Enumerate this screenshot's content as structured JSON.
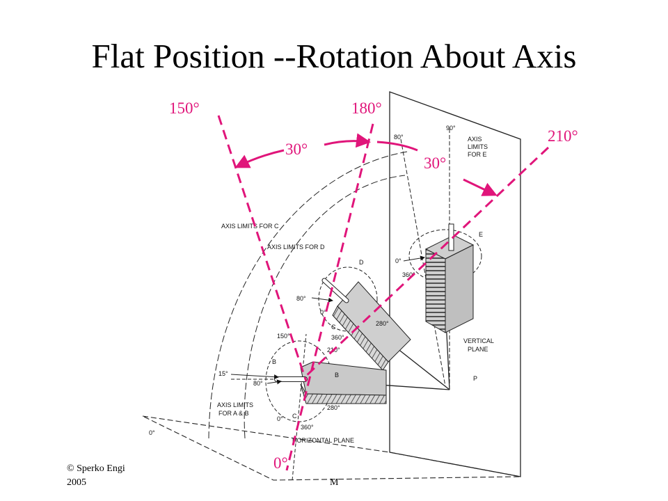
{
  "slide": {
    "title": "Flat Position --Rotation About Axis",
    "footer_copyright": "© Sperko Engi",
    "footer_year": "2005",
    "footer_mid": "M"
  },
  "diagram": {
    "labels": {
      "axis_limits_c": "AXIS LIMITS FOR C",
      "axis_limits_d": "AXIS LIMITS FOR D",
      "axis_limits_e_1": "AXIS",
      "axis_limits_e_2": "LIMITS",
      "axis_limits_e_3": "FOR E",
      "axis_limits_ab_1": "AXIS LIMITS",
      "axis_limits_ab_2": "FOR A & B",
      "horizontal_plane": "HORIZONTAL PLANE",
      "vertical_plane_1": "VERTICAL",
      "vertical_plane_2": "PLANE",
      "point_p": "P",
      "letter_b1": "B",
      "letter_b2": "B",
      "letter_c1": "C",
      "letter_c2": "C",
      "letter_d": "D",
      "letter_e": "E",
      "deg_90": "90°",
      "deg_80_top": "80°",
      "deg_80_d": "80°",
      "deg_80_b": "80°",
      "deg_0_d": "0°",
      "deg_0_e": "0°",
      "deg_0_ab": "0°",
      "deg_0_left": "0°",
      "deg_15": "15°",
      "deg_150": "150°",
      "deg_210": "210°",
      "deg_280_d": "280°",
      "deg_280_b": "280°",
      "deg_360_e": "360°",
      "deg_360_c": "360°",
      "deg_360_b": "360°"
    },
    "markup": {
      "color": "#e0157a",
      "angle_150": "150°",
      "angle_180": "180°",
      "angle_210": "210°",
      "angle_0": "0°",
      "arc_30_left": "30°",
      "arc_30_right": "30°"
    }
  }
}
